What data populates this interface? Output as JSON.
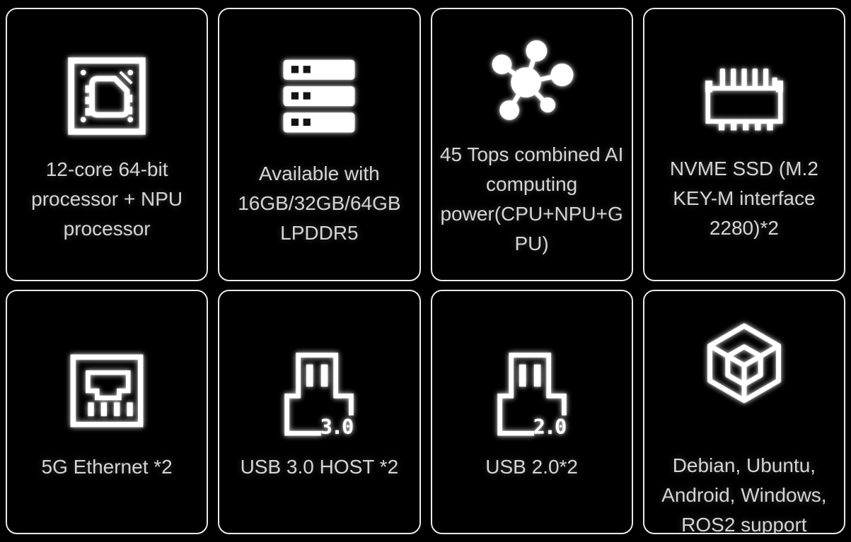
{
  "app": {
    "background_color": "#000000",
    "card_border_color": "#e9e9e9",
    "text_color": "#d5d5d5",
    "icon_color": "#ffffff"
  },
  "cards": [
    {
      "id": "processor",
      "icon": "cpu-chip-icon",
      "label": "12-core 64-bit processor + NPU processor",
      "lines": [
        "12-core 64-bit",
        "processor + NPU",
        "processor"
      ]
    },
    {
      "id": "memory",
      "icon": "ram-server-stack-icon",
      "label": "Available with 16GB/32GB/64GB LPDDR5",
      "lines": [
        "Available with",
        "16GB/32GB/64GB",
        "LPDDR5"
      ]
    },
    {
      "id": "ai-computing",
      "icon": "ai-node-network-icon",
      "label": "45 Tops combined AI computing power(CPU+NPU+GPU)",
      "lines": [
        "45 Tops combined AI",
        "computing",
        "power(CPU+NPU+G",
        "PU)"
      ]
    },
    {
      "id": "storage",
      "icon": "ssd-chip-icon",
      "label": "NVME SSD (M.2 KEY-M interface 2280)*2",
      "lines": [
        "NVME SSD (M.2",
        "KEY-M interface",
        "2280)*2"
      ]
    },
    {
      "id": "ethernet",
      "icon": "ethernet-port-icon",
      "label": "5G Ethernet *2",
      "lines": [
        "5G Ethernet *2"
      ]
    },
    {
      "id": "usb3",
      "icon": "usb-plug-icon",
      "badge": "3.0",
      "label": "USB 3.0 HOST *2",
      "lines": [
        "USB 3.0 HOST *2"
      ]
    },
    {
      "id": "usb2",
      "icon": "usb-plug-icon",
      "badge": "2.0",
      "label": "USB 2.0*2",
      "lines": [
        "USB 2.0*2"
      ]
    },
    {
      "id": "os-support",
      "icon": "cube-3d-icon",
      "label": "Debian, Ubuntu, Android, Windows, ROS2 support",
      "lines": [
        "Debian, Ubuntu,",
        "Android, Windows,",
        "ROS2 support"
      ]
    }
  ]
}
